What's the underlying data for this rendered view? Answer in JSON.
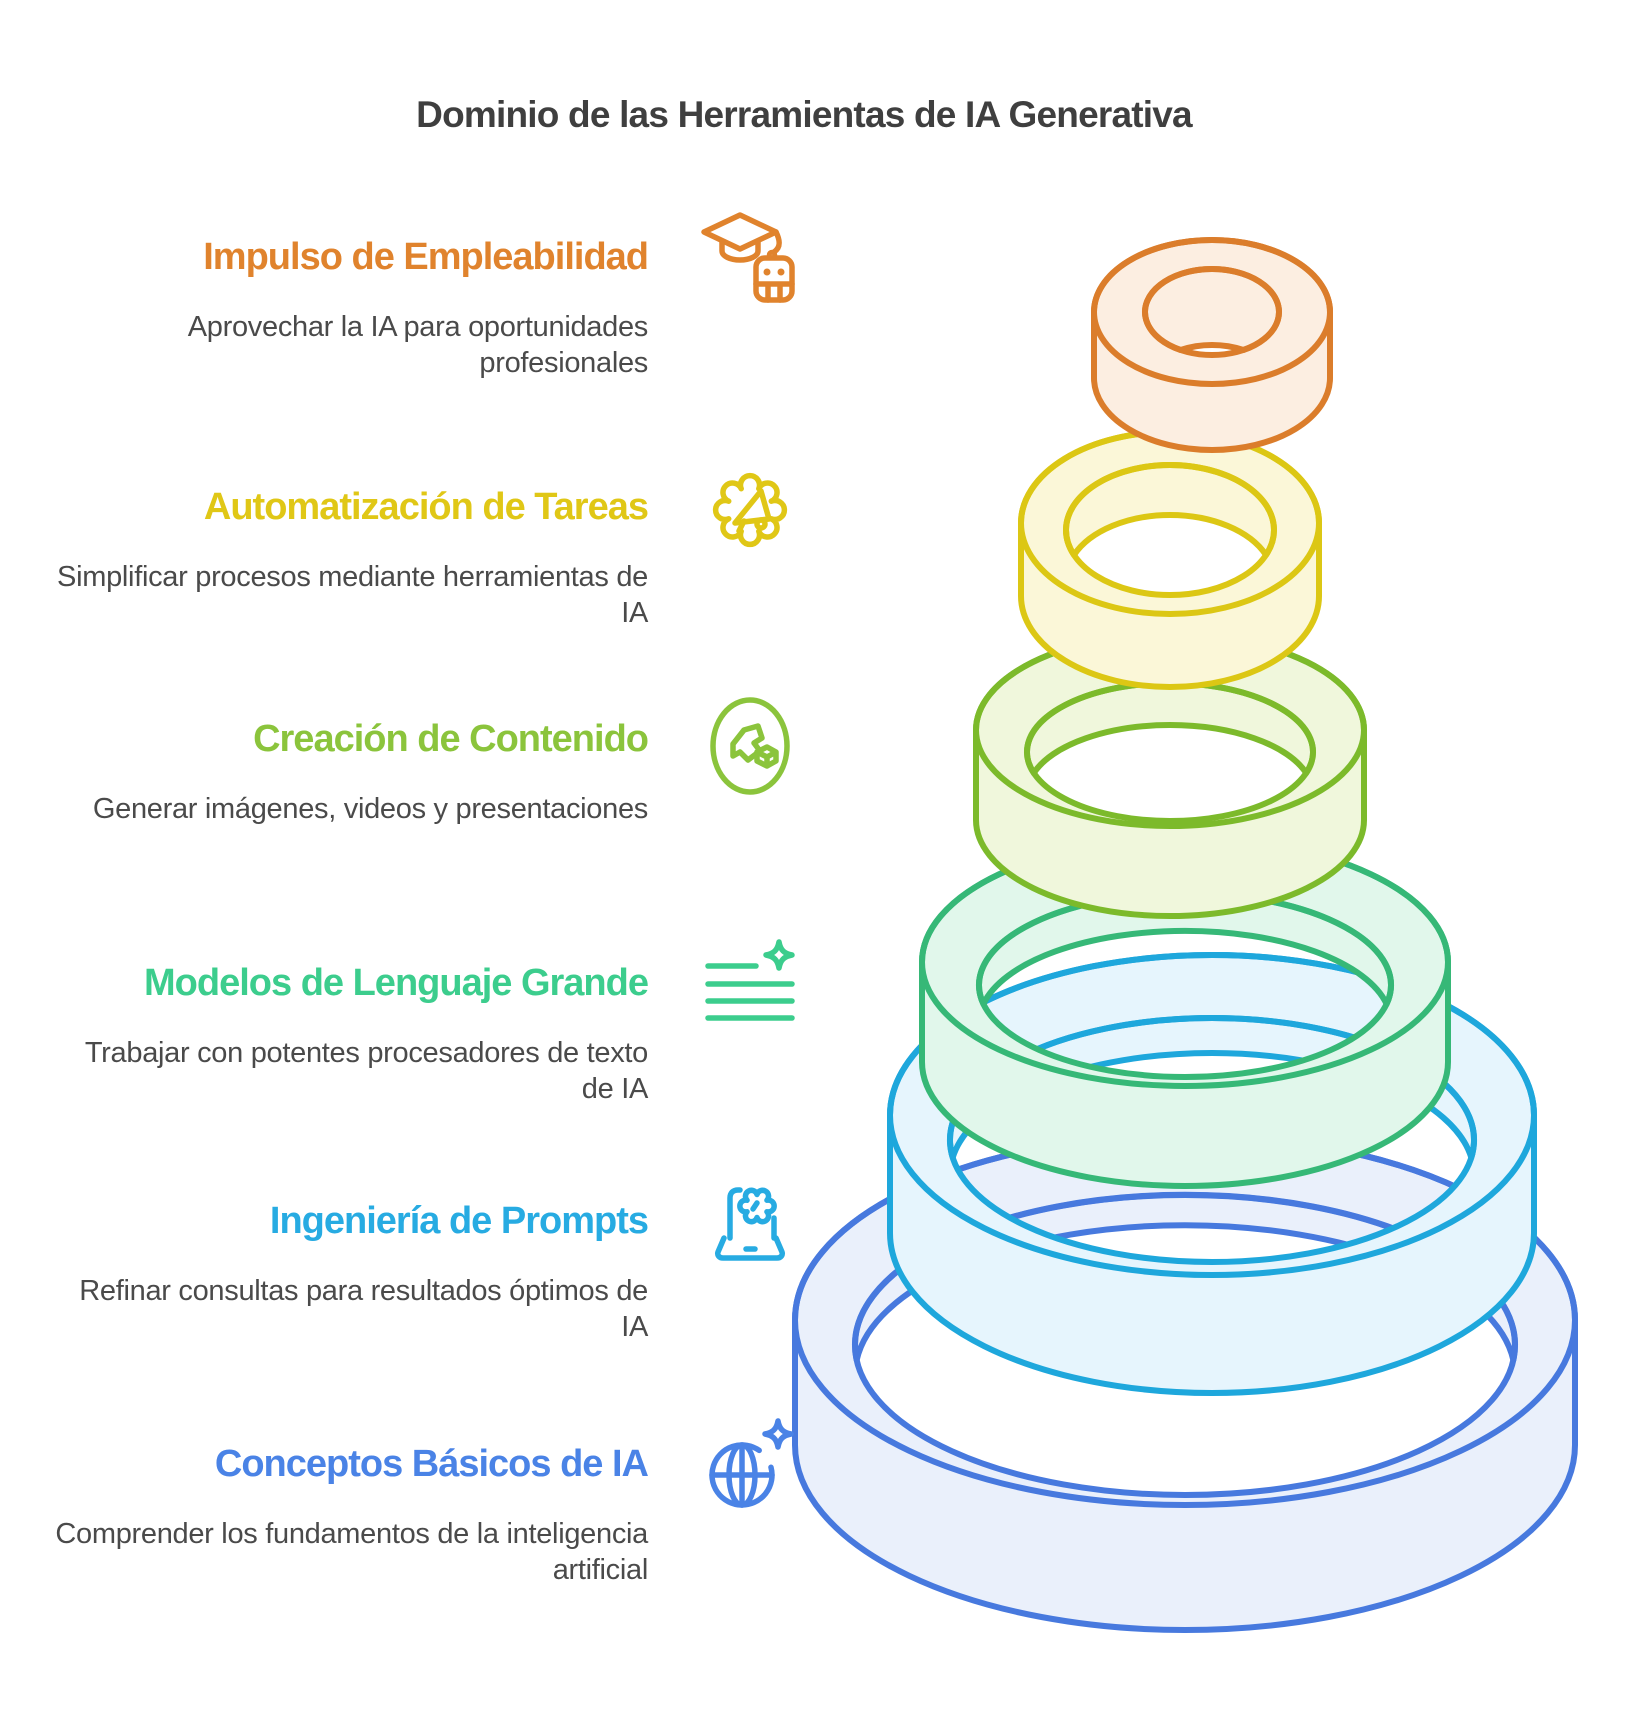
{
  "title": "Dominio de las Herramientas de IA Generativa",
  "items": [
    {
      "heading": "Impulso de Empleabilidad",
      "description": "Aprovechar la IA para oportunidades profesionales",
      "color": "#E0832D",
      "icon": "graduation-cap-robot-icon"
    },
    {
      "heading": "Automatización de Tareas",
      "description": "Simplificar procesos mediante herramientas de IA",
      "color": "#E0C716",
      "icon": "gear-megaphone-icon"
    },
    {
      "heading": "Creación de Contenido",
      "description": "Generar imágenes, videos y presentaciones",
      "color": "#8BC43C",
      "icon": "content-shapes-icon"
    },
    {
      "heading": "Modelos de Lenguaje Grande",
      "description": "Trabajar con potentes procesadores de texto de IA",
      "color": "#3CCD8D",
      "icon": "text-lines-sparkle-icon"
    },
    {
      "heading": "Ingeniería de Prompts",
      "description": "Refinar consultas para resultados óptimos de IA",
      "color": "#27ABE2",
      "icon": "laptop-gear-icon"
    },
    {
      "heading": "Conceptos Básicos de IA",
      "description": "Comprender los fundamentos de la inteligencia artificial",
      "color": "#4A83E6",
      "icon": "globe-sparkle-icon"
    }
  ],
  "rings": [
    {
      "level": "Impulso de Empleabilidad",
      "stroke": "#DB7D2B",
      "fill": "#FCEEE1"
    },
    {
      "level": "Automatización de Tareas",
      "stroke": "#DCC714",
      "fill": "#FBF7D8"
    },
    {
      "level": "Creación de Contenido",
      "stroke": "#7CBA2B",
      "fill": "#F0F7DC"
    },
    {
      "level": "Modelos de Lenguaje Grande",
      "stroke": "#36B877",
      "fill": "#E1F7EB"
    },
    {
      "level": "Ingeniería de Prompts",
      "stroke": "#1EA7DC",
      "fill": "#E6F5FD"
    },
    {
      "level": "Conceptos Básicos de IA",
      "stroke": "#4779DE",
      "fill": "#EAF0FB"
    }
  ]
}
